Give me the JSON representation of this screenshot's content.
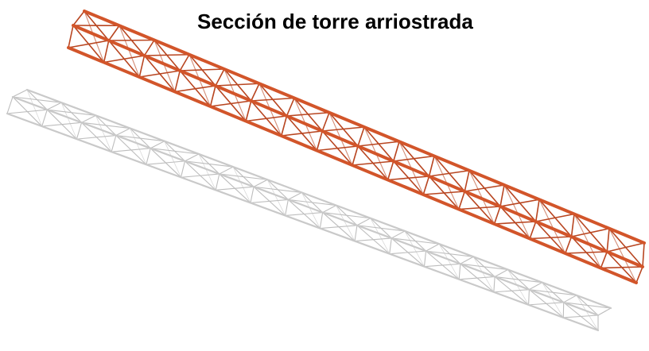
{
  "title": "Sección de torre arriostrada",
  "tower_sections": [
    {
      "finish": "painted",
      "color": "#d2552a",
      "bracing_color": "#b84520"
    },
    {
      "finish": "galvanized",
      "color": "#c9c9c9",
      "bracing_color": "#bdbdbd"
    }
  ]
}
